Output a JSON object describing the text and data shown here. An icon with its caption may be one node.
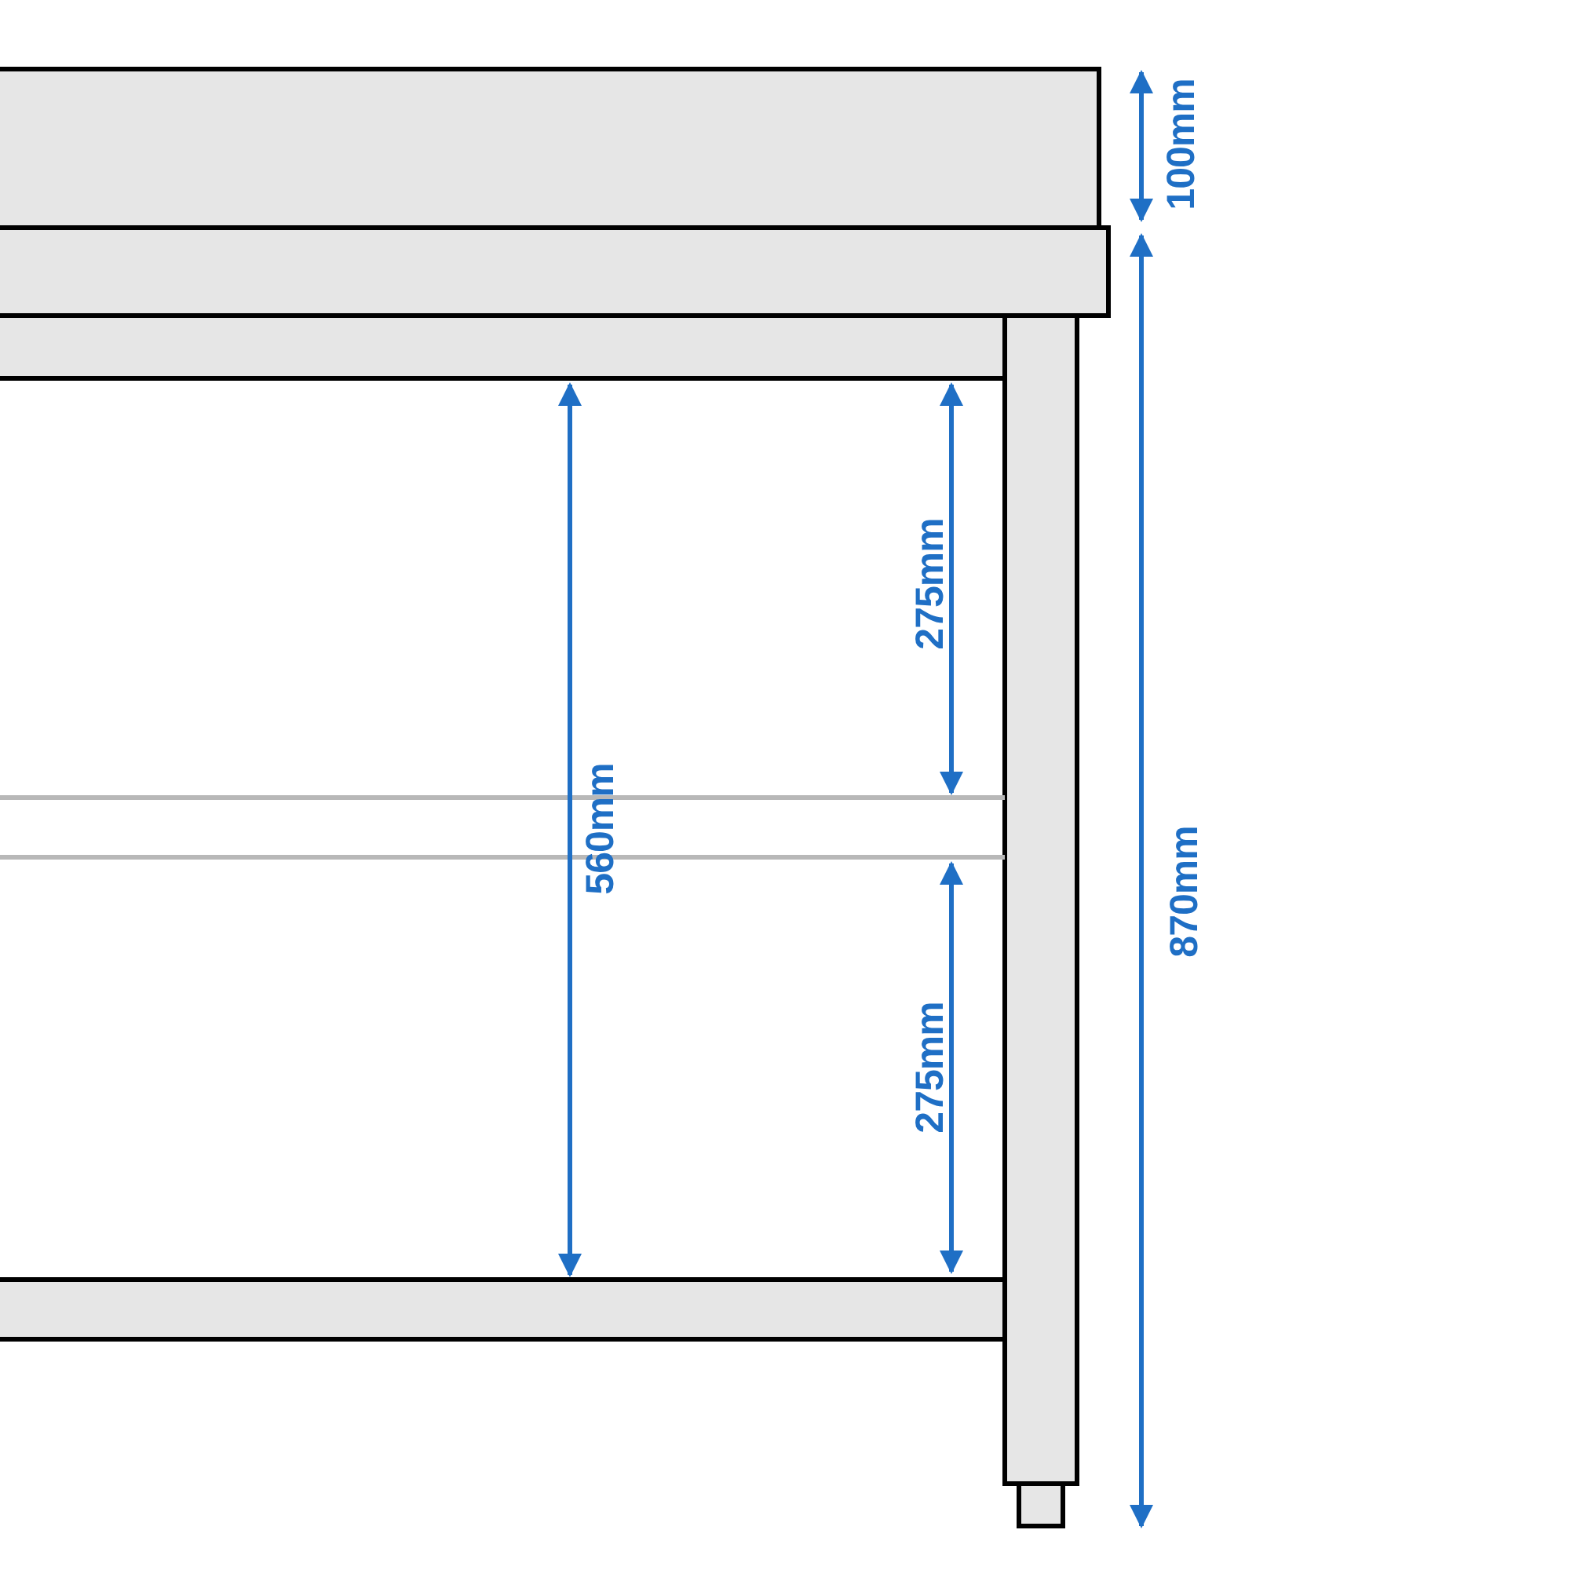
{
  "diagram": {
    "labels": [
      "100mm",
      "275mm",
      "560mm",
      "870mm",
      "275mm"
    ]
  }
}
